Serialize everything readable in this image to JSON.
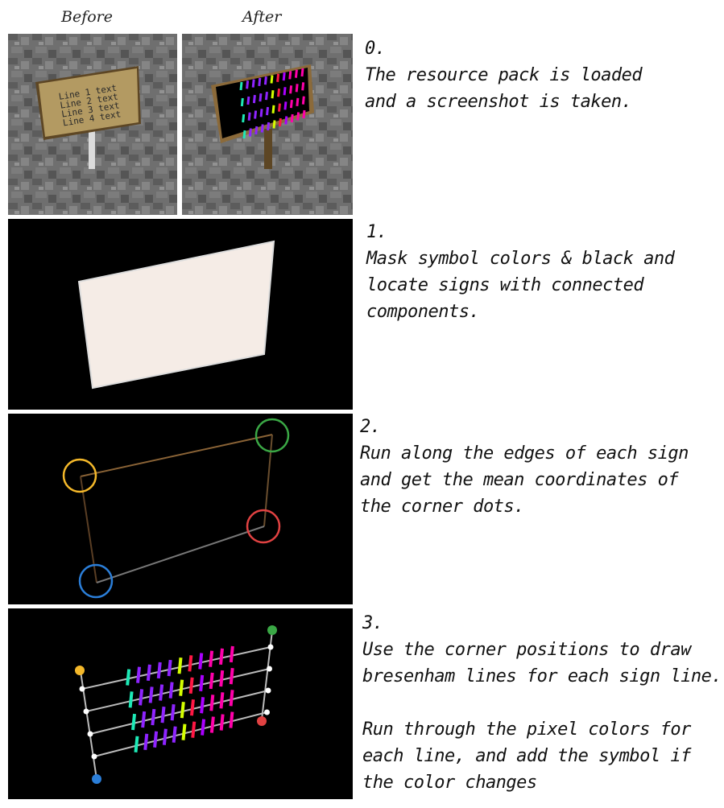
{
  "headers": {
    "before": "Before",
    "after": "After"
  },
  "sign_text": [
    "Line 1 text",
    "Line 2 text",
    "Line 3 text",
    "Line 4 text"
  ],
  "steps": [
    {
      "num": "0.",
      "text": "The resource pack is loaded\nand a screenshot is taken."
    },
    {
      "num": "1.",
      "text": "Mask symbol colors & black and\nlocate signs with connected\ncomponents."
    },
    {
      "num": "2.",
      "text": "Run along the edges of each sign\nand get the mean coordinates of\nthe corner dots."
    },
    {
      "num": "3.",
      "text": "Use the corner positions to draw\nbresenham lines for each sign line.",
      "extra": "Run through the pixel colors for\neach line, and add the symbol if\nthe color changes"
    }
  ],
  "colors": {
    "corner_top_left": "#f4b82a",
    "corner_top_right": "#3aa745",
    "corner_bottom_right": "#e14242",
    "corner_bottom_left": "#2b7ed8",
    "symbols": [
      "#1de9b6",
      "#8e24ff",
      "#8e24ff",
      "#8e24ff",
      "#8e24ff",
      "#d4ff00",
      "#ff1744",
      "#aa00ff",
      "#ff00aa",
      "#ff00aa",
      "#ff00aa"
    ]
  }
}
